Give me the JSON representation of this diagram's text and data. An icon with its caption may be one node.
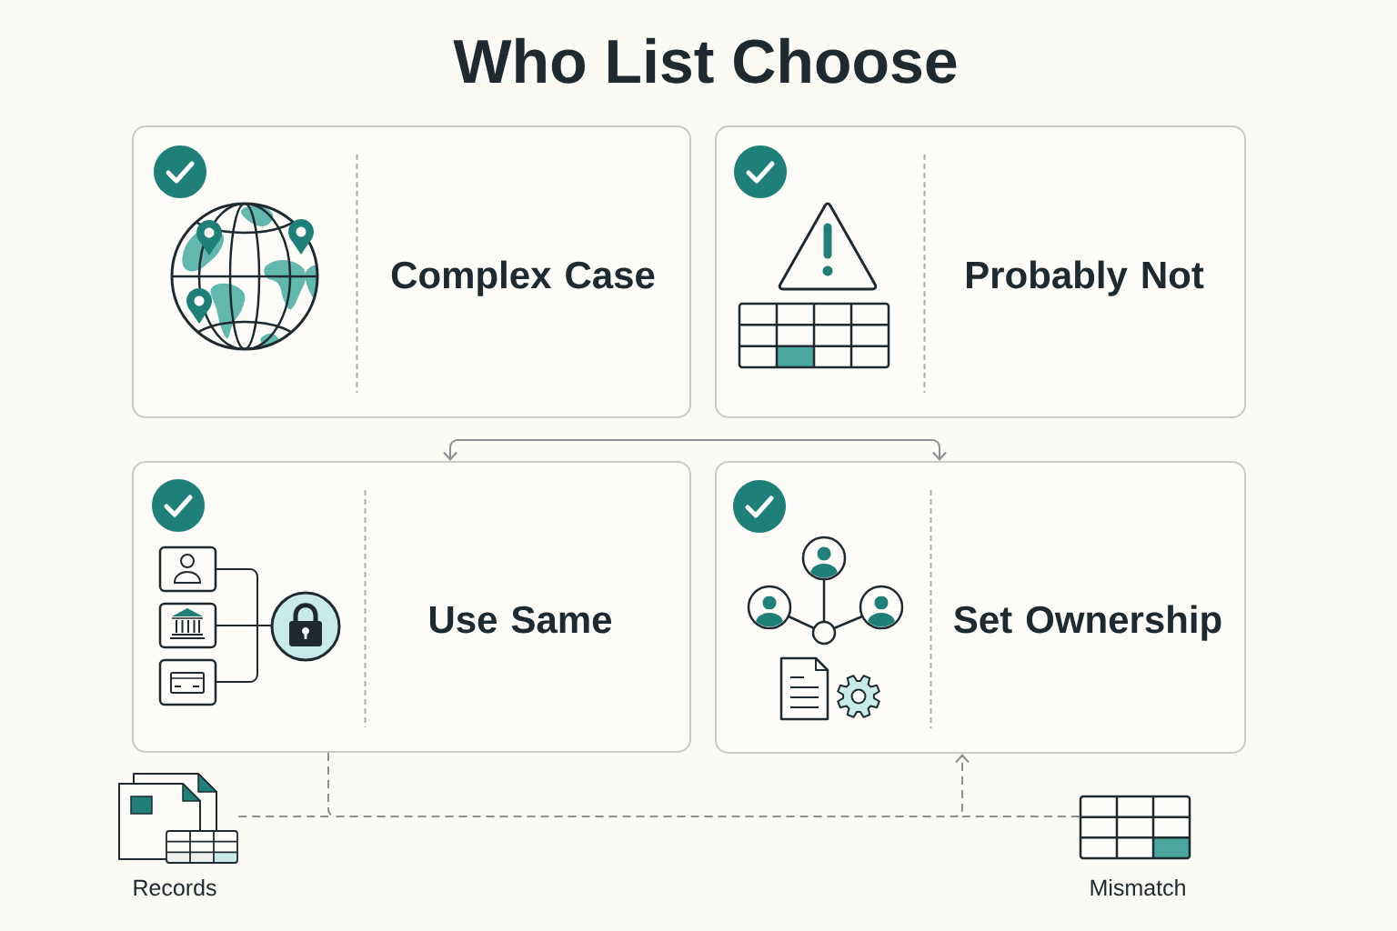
{
  "diagram": {
    "title": "Who List Choose",
    "nodes": [
      {
        "text": [
          "Complex Case"
        ]
      },
      {
        "text": [
          "Probably Not"
        ]
      },
      {
        "text": [
          "Use Same"
        ]
      },
      {
        "text": [
          "Set Ownership"
        ]
      },
      {
        "text": [],
        "shape": "picture",
        "beside": [
          "Records"
        ]
      },
      {
        "text": [],
        "shape": "picture",
        "beside": [
          "Mismatch"
        ]
      }
    ],
    "edges": [
      {
        "from": 2,
        "to": 3,
        "arrow": "both"
      },
      {
        "from": 2,
        "to": 3,
        "arrow": "to",
        "style": "dashed"
      },
      {
        "from": 4,
        "to": 3,
        "arrow": "to",
        "style": "dashed"
      },
      {
        "from": 5,
        "to": 3,
        "arrow": "to",
        "style": "dashed"
      }
    ]
  }
}
